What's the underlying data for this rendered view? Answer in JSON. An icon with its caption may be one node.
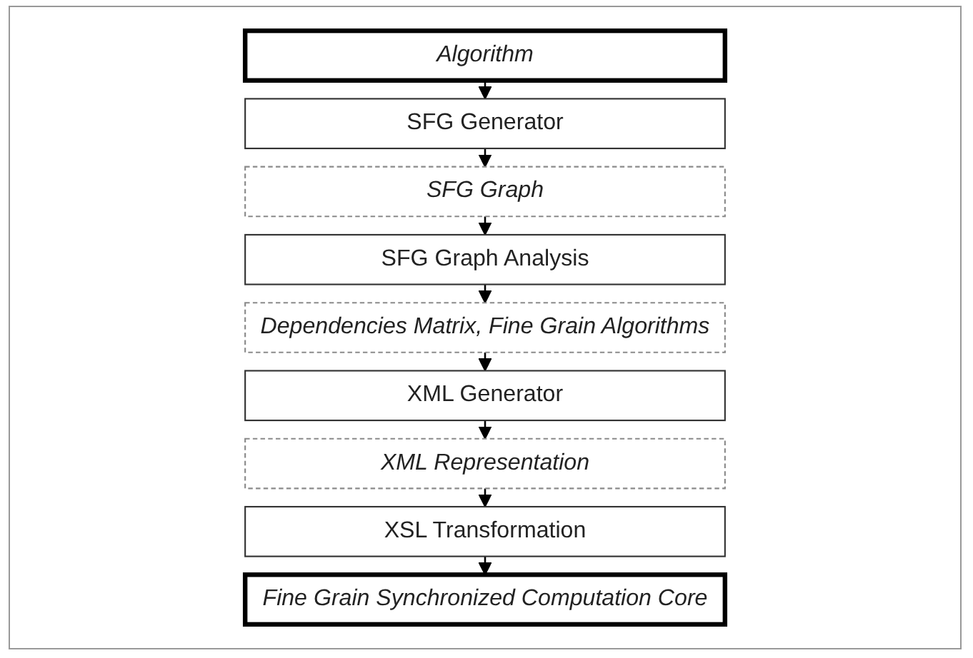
{
  "diagram": {
    "nodes": [
      {
        "text": [
          "Algorithm"
        ]
      },
      {
        "text": [
          "SFG Generator"
        ]
      },
      {
        "text": [
          "SFG Graph"
        ]
      },
      {
        "text": [
          "SFG Graph Analysis"
        ]
      },
      {
        "text": [
          "Dependencies Matrix, Fine Grain Algorithms"
        ]
      },
      {
        "text": [
          "XML Generator"
        ]
      },
      {
        "text": [
          "XML Representation"
        ]
      },
      {
        "text": [
          "XSL Transformation"
        ]
      },
      {
        "text": [
          "Fine Grain Synchronized Computation Core"
        ]
      }
    ],
    "edges": [
      {
        "from": 0,
        "to": 1,
        "arrow": "to"
      },
      {
        "from": 1,
        "to": 2,
        "arrow": "to"
      },
      {
        "from": 2,
        "to": 3,
        "arrow": "to"
      },
      {
        "from": 3,
        "to": 4,
        "arrow": "to"
      },
      {
        "from": 4,
        "to": 5,
        "arrow": "to"
      },
      {
        "from": 5,
        "to": 6,
        "arrow": "to"
      },
      {
        "from": 6,
        "to": 7,
        "arrow": "to"
      },
      {
        "from": 7,
        "to": 8,
        "arrow": "to"
      }
    ]
  }
}
